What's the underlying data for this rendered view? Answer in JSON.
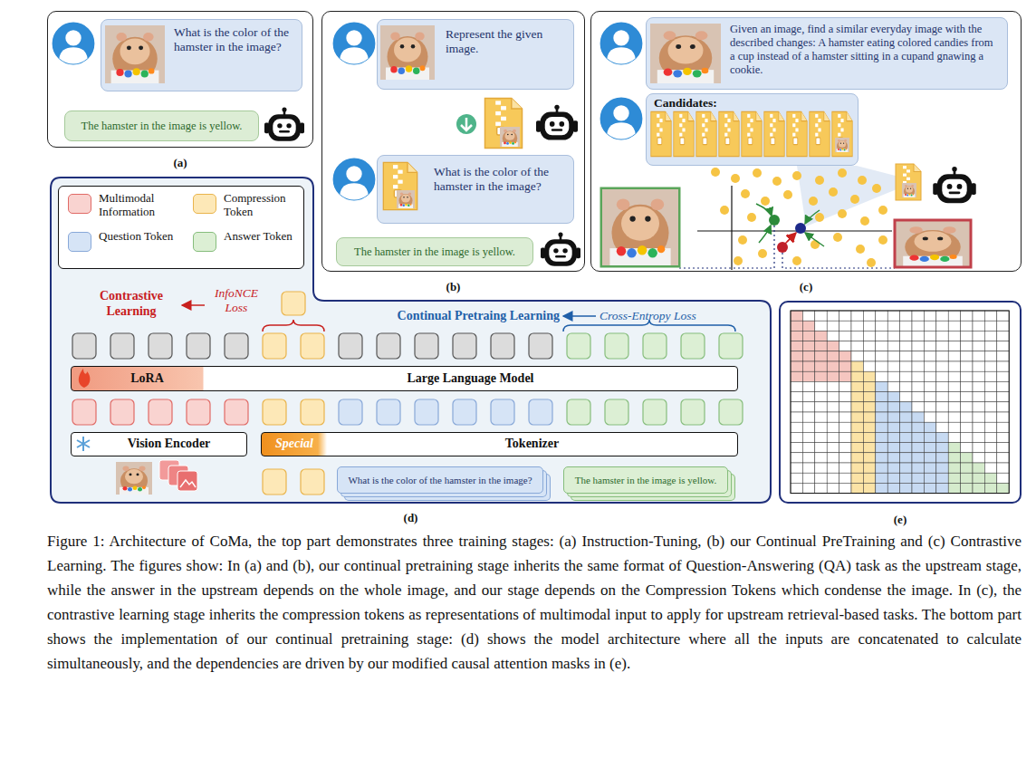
{
  "diagram": {
    "caption": "Figure 1: Architecture of CoMa, the top part demonstrates three training stages: (a) Instruction-Tuning, (b) our Continual PreTraining and (c) Contrastive Learning. The figures show: In (a) and (b), our continual pretraining stage inherits the same format of Question-Answering (QA) task as the upstream stage, while the answer in the upstream depends on the whole image, and our stage depends on the Compression Tokens which condense the image. In (c), the contrastive learning stage inherits the compression tokens as representations of multimodal input to apply for upstream retrieval-based tasks. The bottom part shows the implementation of our continual pretraining stage: (d) shows the model architecture where all the inputs are concatenated to calculate simultaneously, and the dependencies are driven by our modified causal attention masks in (e).",
    "nodes": [
      {
        "text": [
          "(a)"
        ]
      },
      {
        "text": [
          "What is the color of the hamster in the image?"
        ],
        "in": 0
      },
      {
        "text": [
          "The hamster in the image is yellow."
        ],
        "in": 0
      },
      {
        "text": [
          "(b)"
        ]
      },
      {
        "text": [
          "Represent the given image."
        ],
        "in": 3
      },
      {
        "text": [
          "What is the color of the hamster in the image?"
        ],
        "in": 3
      },
      {
        "text": [
          "The hamster in the image is yellow."
        ],
        "in": 3
      },
      {
        "text": [
          "(c)"
        ]
      },
      {
        "text": [
          "Given an image, find a similar everyday image with the described changes: A hamster eating colored candies from a cup instead of a hamster sitting in a cupand gnawing a cookie."
        ],
        "in": 7
      },
      {
        "text": [
          "Candidates:"
        ],
        "in": 7
      },
      {
        "text": [
          "(d)"
        ]
      },
      {
        "text": [
          "LoRA",
          "Large Language Model"
        ],
        "in": 10
      },
      {
        "text": [
          "Vision Encoder"
        ],
        "in": 10
      },
      {
        "text": [
          "Special",
          "Tokenizer"
        ],
        "in": 10
      },
      {
        "text": [
          "What is the color of the hamster in the image?"
        ],
        "in": 10
      },
      {
        "text": [
          "The hamster in the image is yellow."
        ],
        "in": 10
      },
      {
        "text": [
          "(e)"
        ]
      }
    ],
    "labels": [
      "Contrastive Learning",
      "InfoNCE Loss",
      "Continual Pretraing Learning",
      "Cross-Entropy Loss"
    ],
    "legend": [
      {
        "text": "Multimodal Information",
        "color": "#f9d3d0"
      },
      {
        "text": "Compression Token",
        "color": "#fde8b7"
      },
      {
        "text": "Question Token",
        "color": "#d6e4f6"
      },
      {
        "text": "Answer Token",
        "color": "#dcefd4"
      }
    ]
  }
}
